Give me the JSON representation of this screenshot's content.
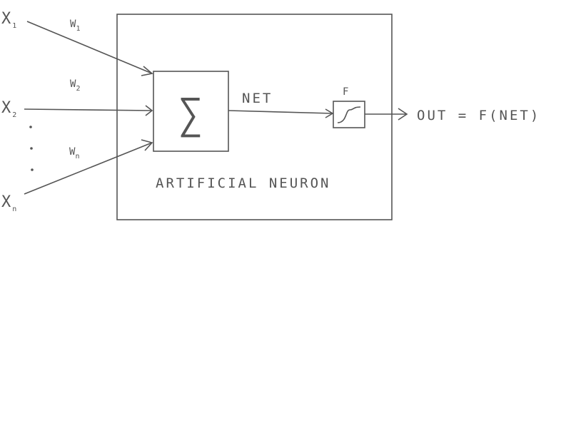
{
  "inputs": [
    {
      "label": "X",
      "sub": "1"
    },
    {
      "label": "X",
      "sub": "2"
    },
    {
      "label": "X",
      "sub": "n"
    }
  ],
  "weights": [
    {
      "label": "W",
      "sub": "1"
    },
    {
      "label": "W",
      "sub": "2"
    },
    {
      "label": "W",
      "sub": "n"
    }
  ],
  "summation_symbol": "∑",
  "net_label": "NET",
  "activation_label": "F",
  "output_label": "OUT = F(NET)",
  "neuron_label": "ARTIFICIAL NEURON",
  "colors": {
    "ink": "#555555",
    "background": "#ffffff"
  }
}
